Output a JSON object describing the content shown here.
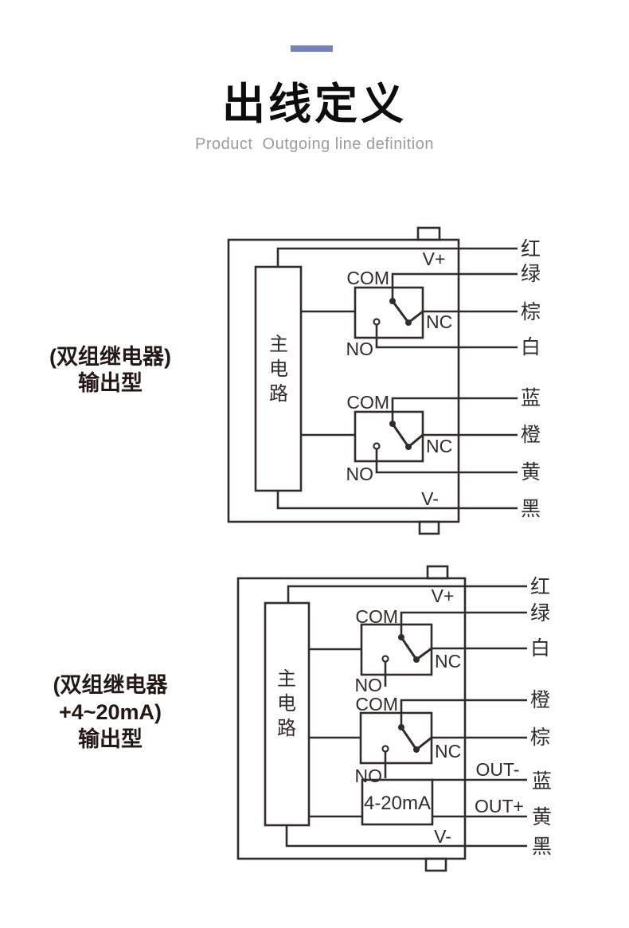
{
  "colors": {
    "background": "#ffffff",
    "accent_bar": "#7680bf",
    "diagram_line": "#332b29",
    "caption_text": "#231815",
    "title_text": "#0d0d0d",
    "subtitle_text": "#9c9c9c"
  },
  "header": {
    "title": "出线定义",
    "subtitle": "Product  Outgoing line definition"
  },
  "diagram1": {
    "caption": {
      "line1": "(双组继电器)",
      "line2": "输出型"
    },
    "main_circuit": {
      "char1": "主",
      "char2": "电",
      "char3": "路"
    },
    "vplus": "V+",
    "vminus": "V-",
    "relay1": {
      "com": "COM",
      "nc": "NC",
      "no": "NO"
    },
    "relay2": {
      "com": "COM",
      "nc": "NC",
      "no": "NO"
    },
    "wires": {
      "red": "红",
      "green": "绿",
      "brown": "棕",
      "white": "白",
      "blue": "蓝",
      "orange": "橙",
      "yellow": "黄",
      "black": "黑"
    }
  },
  "diagram2": {
    "caption": {
      "line1": "(双组继电器",
      "line2": "+4~20mA)",
      "line3": "输出型"
    },
    "main_circuit": {
      "char1": "主",
      "char2": "电",
      "char3": "路"
    },
    "vplus": "V+",
    "vminus": "V-",
    "relay1": {
      "com": "COM",
      "nc": "NC",
      "no": "NO"
    },
    "relay2": {
      "com": "COM",
      "nc": "NC",
      "no": "NO"
    },
    "converter": "4-20mA",
    "out_minus": "OUT-",
    "out_plus": "OUT+",
    "wires": {
      "red": "红",
      "green": "绿",
      "white": "白",
      "orange": "橙",
      "brown": "棕",
      "blue": "蓝",
      "yellow": "黄",
      "black": "黑"
    }
  }
}
